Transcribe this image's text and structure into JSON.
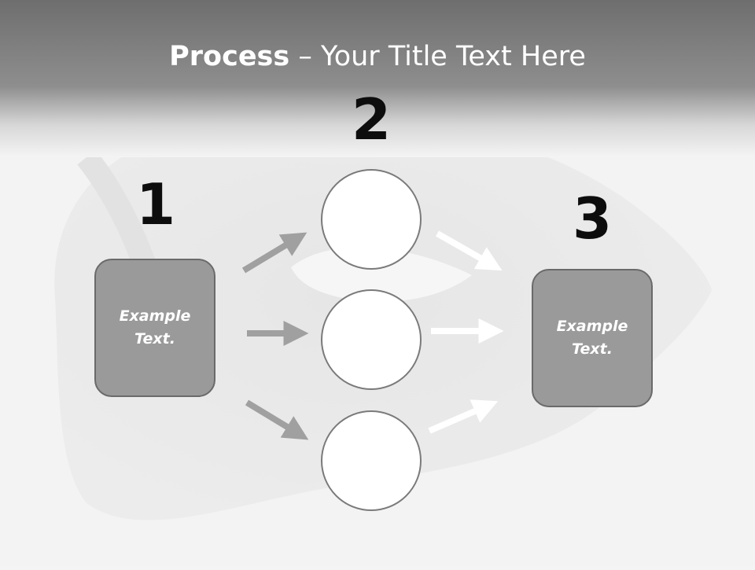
{
  "header": {
    "title_bold": "Process",
    "title_rest": "– Your Title Text Here"
  },
  "steps": {
    "step1": "1",
    "step2": "2",
    "step3": "3"
  },
  "boxes": {
    "left_text": "Example Text.",
    "right_text": "Example Text."
  },
  "colors": {
    "header_band": "#7a7a7a",
    "box_fill": "#9a9a9a",
    "arrow_left": "#a0a0a0",
    "arrow_right": "#ffffff"
  }
}
